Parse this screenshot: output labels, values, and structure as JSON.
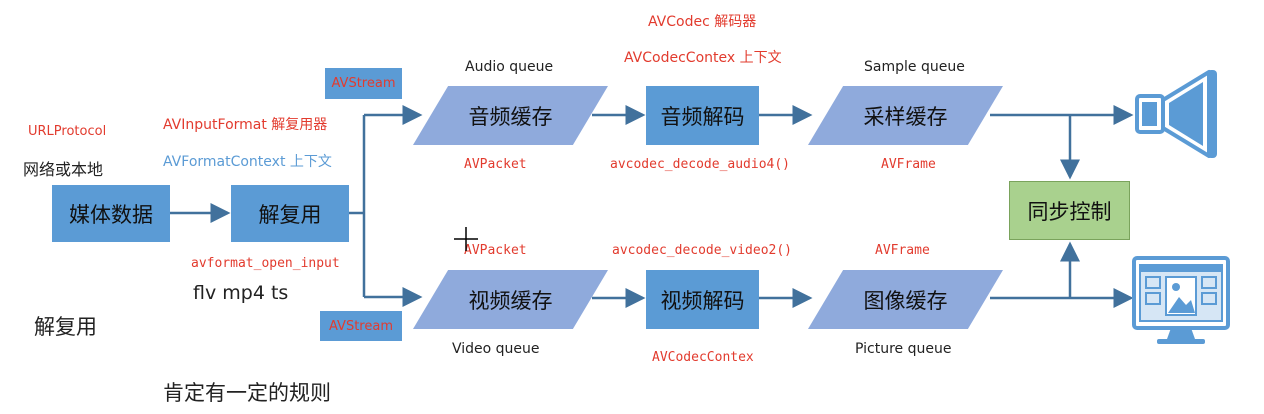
{
  "labels": {
    "avcodec_decoder": "AVCodec 解码器",
    "avcodec_context": "AVCodecContex 上下文",
    "url_protocol": "URLProtocol",
    "net_or_local": "网络或本地",
    "avinputformat": "AVInputFormat 解复用器",
    "avformatcontext": "AVFormatContext 上下文",
    "avstream_top": "AVStream",
    "avstream_bottom": "AVStream",
    "audio_queue": "Audio queue",
    "sample_queue": "Sample queue",
    "avpacket_audio": "AVPacket",
    "decode_audio": "avcodec_decode_audio4()",
    "avframe_audio": "AVFrame",
    "avpacket_video": "AVPacket",
    "decode_video": "avcodec_decode_video2()",
    "avframe_video": "AVFrame",
    "open_input": "avformat_open_input",
    "formats": "flv  mp4 ts",
    "video_queue": "Video queue",
    "codec_context_bottom": "AVCodecContex",
    "picture_queue": "Picture queue",
    "note_demux": "解复用",
    "note_rule": "肯定有一定的规则"
  },
  "boxes": {
    "media_data": "媒体数据",
    "demux": "解复用",
    "audio_buffer": "音频缓存",
    "audio_decode": "音频解码",
    "sample_buffer": "采样缓存",
    "video_buffer": "视频缓存",
    "video_decode": "视频解码",
    "picture_buffer": "图像缓存",
    "sync_control": "同步控制"
  },
  "colors": {
    "box_blue": "#5b9bd5",
    "para_blue": "#8faadc",
    "sync_green": "#a9d18e",
    "label_red": "#e23b2e",
    "arrow": "#41719c"
  },
  "icons": [
    "speaker-icon",
    "monitor-icon",
    "crosshair-cursor-icon"
  ]
}
